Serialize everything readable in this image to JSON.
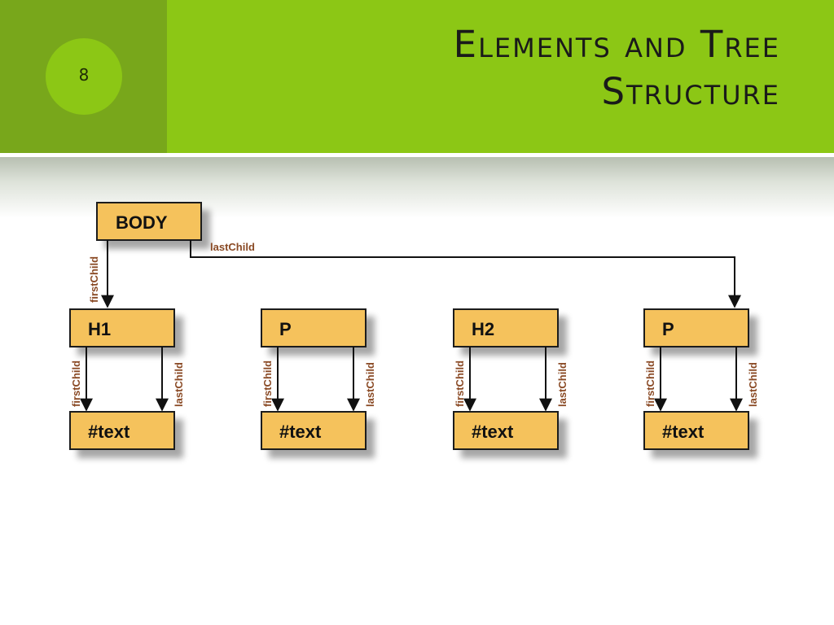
{
  "slide": {
    "number": "8",
    "title_line1": "Elements and Tree",
    "title_line2": "Structure"
  },
  "diagram": {
    "root": {
      "label": "BODY"
    },
    "root_edges": {
      "first": "firstChild",
      "last": "lastChild"
    },
    "children": [
      {
        "label": "H1",
        "child": "#text",
        "first_edge": "firstChild",
        "last_edge": "lastChild"
      },
      {
        "label": "P",
        "child": "#text",
        "first_edge": "firstChild",
        "last_edge": "lastChild"
      },
      {
        "label": "H2",
        "child": "#text",
        "first_edge": "firstChild",
        "last_edge": "lastChild"
      },
      {
        "label": "P",
        "child": "#text",
        "first_edge": "firstChild",
        "last_edge": "lastChild"
      }
    ]
  },
  "colors": {
    "header_dark": "#78a71b",
    "header_light": "#8cc715",
    "node_fill": "#f5c25b",
    "node_stroke": "#1a1a1a",
    "edge_label": "#8a4a25"
  }
}
